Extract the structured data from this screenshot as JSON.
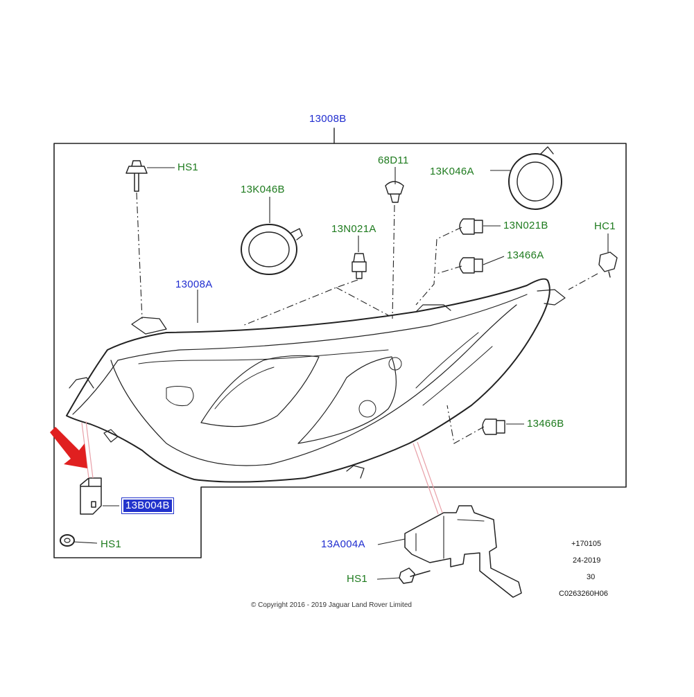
{
  "labels": {
    "assembly": "13008B",
    "housing": "13008A",
    "bolt_top": "HS1",
    "clip": "68D11",
    "cap_left": "13K046B",
    "cap_right": "13K046A",
    "bulb_h7": "13N021A",
    "bulb_top_right": "13N021B",
    "bulb_mid_right": "13466A",
    "bulb_low_right": "13466B",
    "connector": "HC1",
    "bracket_left": "13B004B",
    "bolt_left": "HS1",
    "bracket_bottom": "13A004A",
    "bolt_bottom": "HS1"
  },
  "info_block": [
    "+170105",
    "24-2019",
    "30",
    "C0263260H06"
  ],
  "copyright": "© Copyright 2016 - 2019 Jaguar Land Rover Limited",
  "colors": {
    "blue_label": "#1f2ccf",
    "green_label": "#1d7a1d",
    "arrow": "#e02020",
    "highlight": "#2233cc"
  }
}
